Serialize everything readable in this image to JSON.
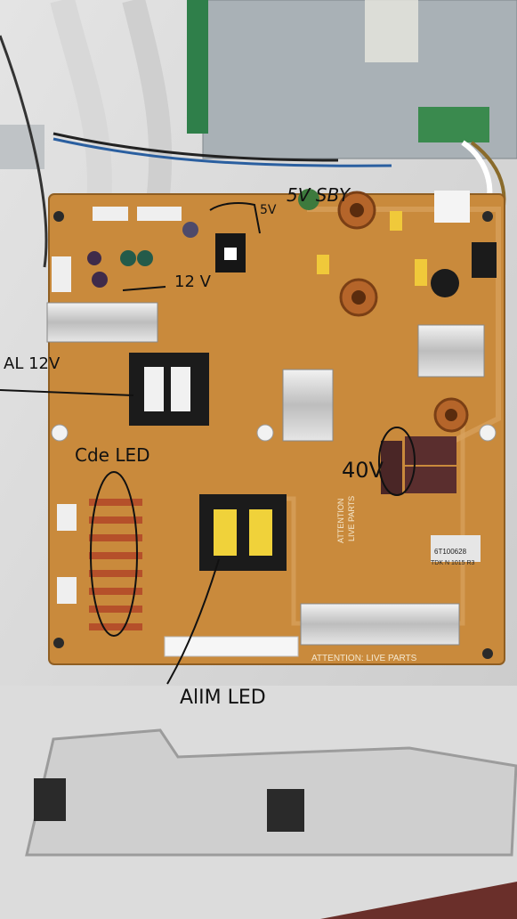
{
  "annotations": {
    "standby_5v": "5V SBY",
    "rail_5v": "5V",
    "rail_12v": "12 V",
    "al_12v": "AL 12V",
    "cde_led": "Cde LED",
    "rail_40v": "40V",
    "alim_led": "AlIM LED"
  },
  "board_markings": {
    "attention_live_parts": "ATTENTION: LIVE PARTS",
    "attention_vertical": "ATTENTION",
    "live_parts_vertical": "LIVE PARTS",
    "transformer_label_1": "6T100628",
    "transformer_label_2": "TDK N 1015 R3"
  },
  "colors": {
    "pcb": "#c98a3c",
    "pcb_dark": "#a8702b",
    "ink": "#111111",
    "chassis": "#d9d9d9"
  }
}
